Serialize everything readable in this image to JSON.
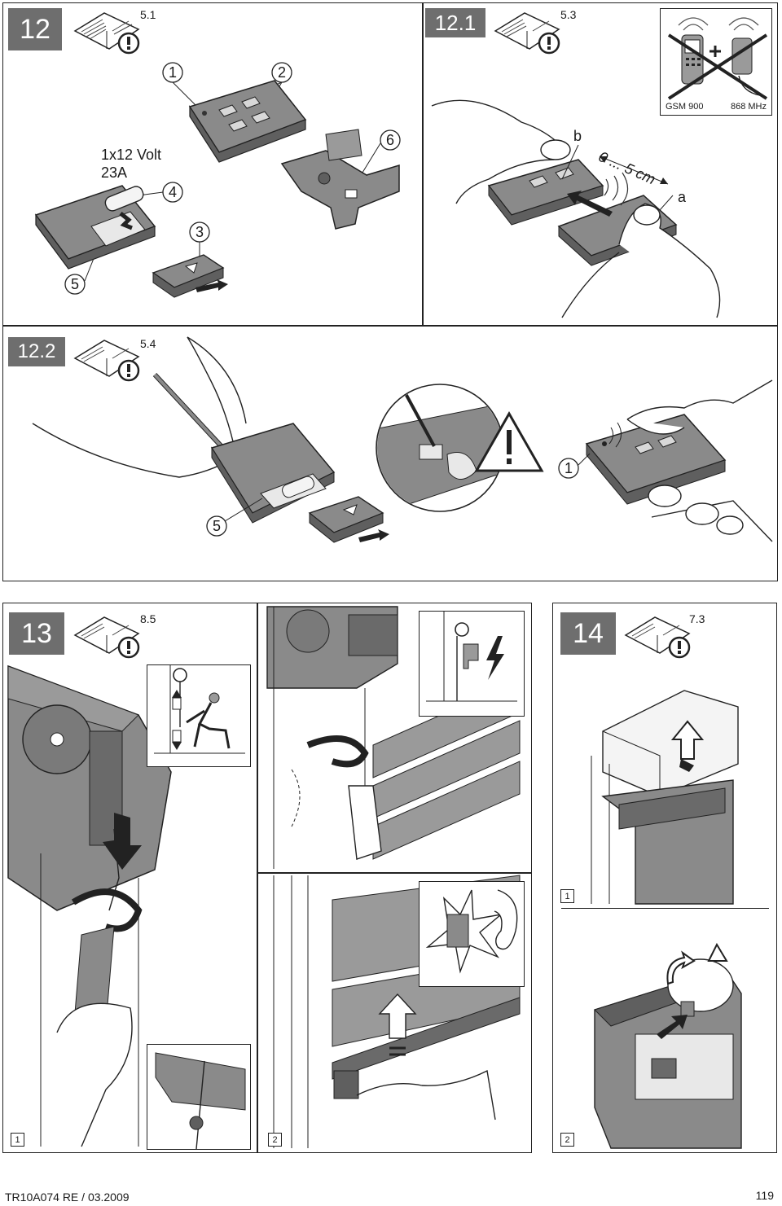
{
  "sections": {
    "s12": {
      "number": "12",
      "ref": "5.1",
      "battery_label": "1x12 Volt",
      "battery_type": "23A",
      "callouts": [
        "1",
        "2",
        "3",
        "4",
        "5",
        "6"
      ]
    },
    "s12_1": {
      "number": "12.1",
      "ref": "5.3",
      "distance": "0 ... 5 cm",
      "label_a": "a",
      "label_b": "b",
      "gsm_label": "GSM 900",
      "mhz_label": "868 MHz"
    },
    "s12_2": {
      "number": "12.2",
      "ref": "5.4",
      "callout_5": "5",
      "callout_1": "1"
    },
    "s13": {
      "number": "13",
      "ref": "8.5",
      "step1": "1",
      "step2": "2"
    },
    "s14": {
      "number": "14",
      "ref": "7.3",
      "step1": "1",
      "step2": "2"
    }
  },
  "footer": {
    "doc_id": "TR10A074  RE / 03.2009",
    "page": "119"
  },
  "colors": {
    "badge": "#6e6e6e",
    "device": "#8a8a8a",
    "device_dark": "#5f5f5f",
    "line": "#222222"
  }
}
